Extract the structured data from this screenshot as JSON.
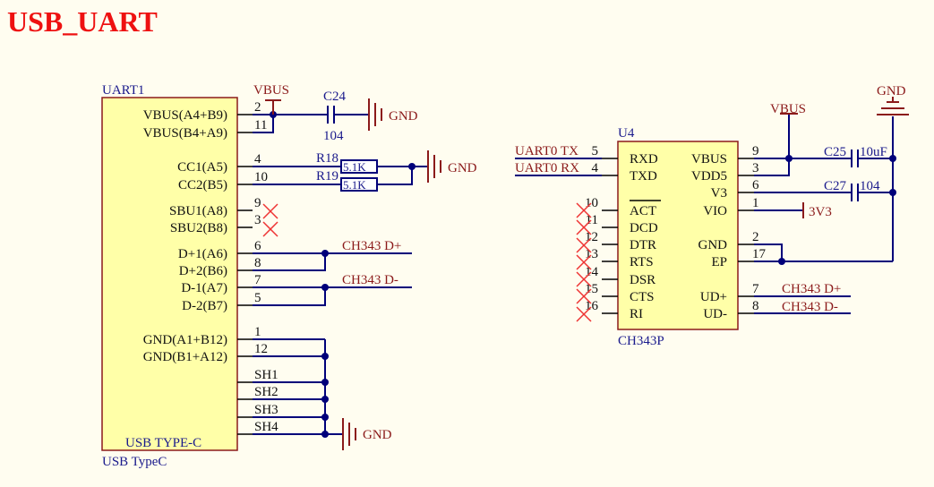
{
  "title": "USB_UART",
  "usb": {
    "ref": "UART1",
    "part": "USB TYPE-C",
    "desc": "USB TypeC",
    "pins": [
      {
        "name": "VBUS(A4+B9)",
        "num": "2"
      },
      {
        "name": "VBUS(B4+A9)",
        "num": "11"
      },
      {
        "name": "CC1(A5)",
        "num": "4"
      },
      {
        "name": "CC2(B5)",
        "num": "10"
      },
      {
        "name": "SBU1(A8)",
        "num": "9"
      },
      {
        "name": "SBU2(B8)",
        "num": "3"
      },
      {
        "name": "D+1(A6)",
        "num": "6"
      },
      {
        "name": "D+2(B6)",
        "num": "8"
      },
      {
        "name": "D-1(A7)",
        "num": "7"
      },
      {
        "name": "D-2(B7)",
        "num": "5"
      },
      {
        "name": "GND(A1+B12)",
        "num": "1"
      },
      {
        "name": "GND(B1+A12)",
        "num": "12"
      },
      {
        "name": "",
        "num": "SH1"
      },
      {
        "name": "",
        "num": "SH2"
      },
      {
        "name": "",
        "num": "SH3"
      },
      {
        "name": "",
        "num": "SH4"
      }
    ]
  },
  "ch343": {
    "ref": "U4",
    "part": "CH343P",
    "left_pins": [
      {
        "name": "RXD",
        "num": "5"
      },
      {
        "name": "TXD",
        "num": "4"
      },
      {
        "name": "ACT",
        "num": "10"
      },
      {
        "name": "DCD",
        "num": "11"
      },
      {
        "name": "DTR",
        "num": "12"
      },
      {
        "name": "RTS",
        "num": "13"
      },
      {
        "name": "DSR",
        "num": "14"
      },
      {
        "name": "CTS",
        "num": "15"
      },
      {
        "name": "RI",
        "num": "16"
      }
    ],
    "right_pins": [
      {
        "name": "VBUS",
        "num": "9"
      },
      {
        "name": "VDD5",
        "num": "3"
      },
      {
        "name": "V3",
        "num": "6"
      },
      {
        "name": "VIO",
        "num": "1"
      },
      {
        "name": "GND",
        "num": "2"
      },
      {
        "name": "EP",
        "num": "17"
      },
      {
        "name": "UD+",
        "num": "7"
      },
      {
        "name": "UD-",
        "num": "8"
      }
    ]
  },
  "components": {
    "c24": {
      "ref": "C24",
      "value": "104"
    },
    "r18": {
      "ref": "R18",
      "value": "5.1K"
    },
    "r19": {
      "ref": "R19",
      "value": "5.1K"
    },
    "c25": {
      "ref": "C25",
      "value": "10uF"
    },
    "c27": {
      "ref": "C27",
      "value": "104"
    }
  },
  "nets": {
    "vbus": "VBUS",
    "gnd": "GND",
    "v3v3": "3V3",
    "dp": "CH343  D+",
    "dm": "CH343  D-",
    "tx": "UART0 TX",
    "rx": "UART0 RX",
    "ud_p": "CH343  D+",
    "ud_m": "CH343  D-"
  },
  "colors": {
    "title": "#ee1111",
    "wire": "#00007a",
    "component_body": "#ffffa8",
    "net_label": "#8b1a1a",
    "no_connect": "#ee3333"
  }
}
